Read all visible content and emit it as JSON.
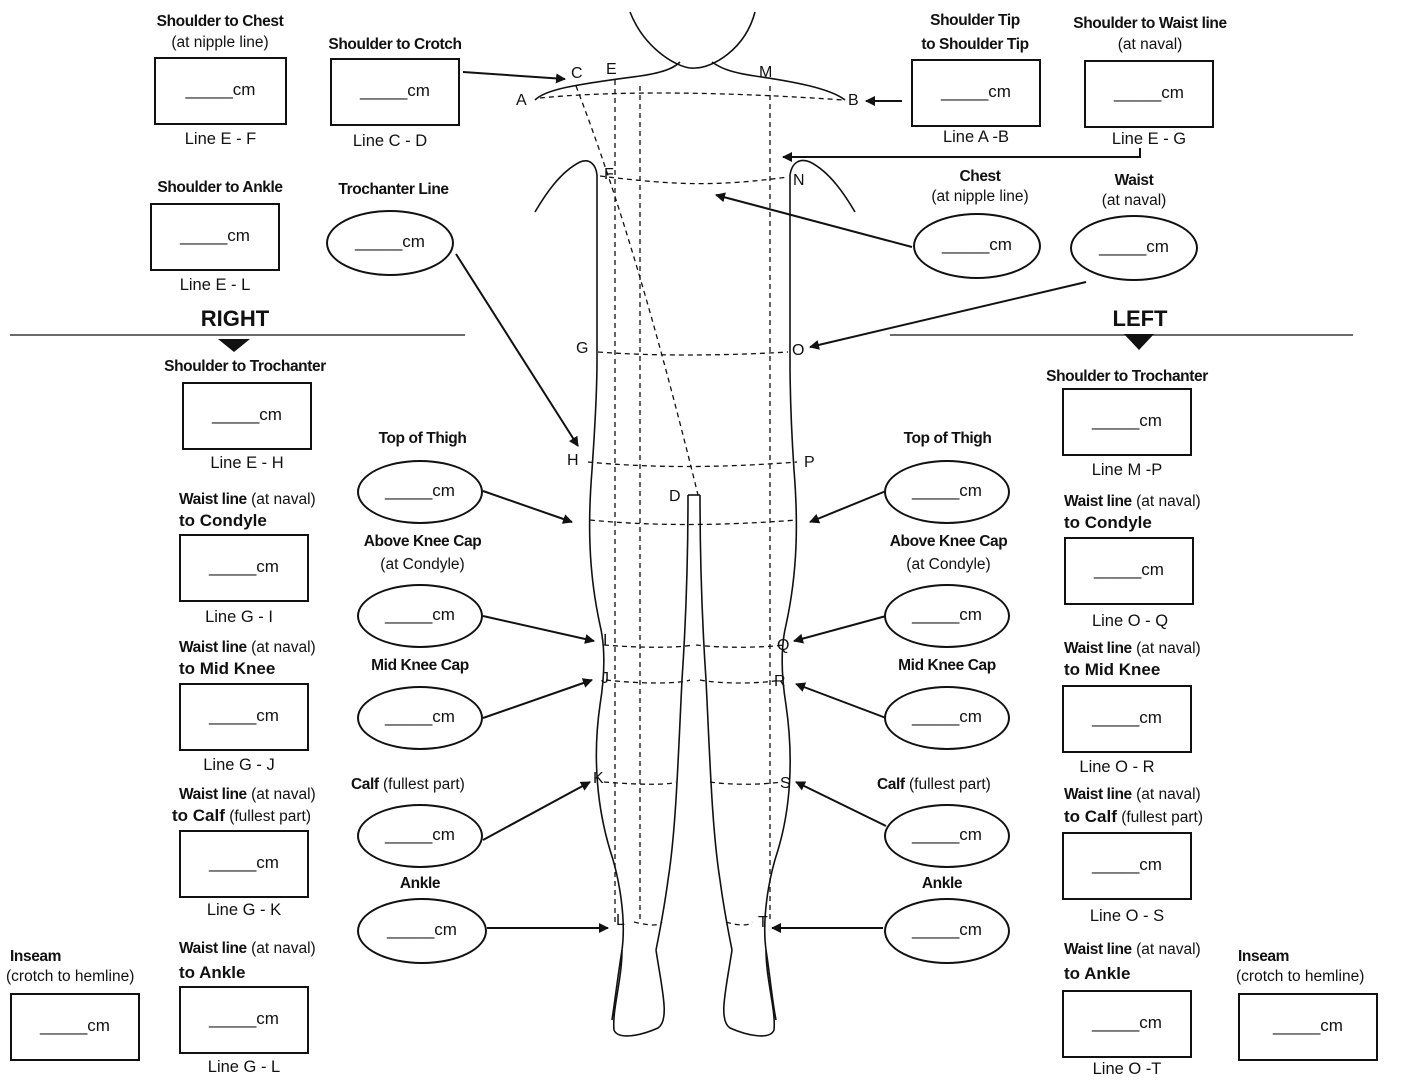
{
  "unit_blank": "_____cm",
  "side_labels": {
    "right": "RIGHT",
    "left": "LEFT"
  },
  "boxes": [
    {
      "id": "shoulder-to-chest",
      "title": "Shoulder to Chest",
      "sub": "(at nipple line)",
      "caption": "Line E - F"
    },
    {
      "id": "shoulder-to-crotch",
      "title": "Shoulder to Crotch",
      "caption": "Line C - D"
    },
    {
      "id": "shoulder-tip",
      "title": "Shoulder Tip",
      "title2": "to Shoulder Tip",
      "caption": "Line A -B"
    },
    {
      "id": "shoulder-to-waist",
      "title": "Shoulder to Waist line",
      "sub": "(at naval)",
      "caption": "Line E - G"
    },
    {
      "id": "shoulder-to-ankle",
      "title": "Shoulder to Ankle",
      "caption": "Line E - L"
    },
    {
      "id": "right-shoulder-to-trochanter",
      "title": "Shoulder to Trochanter",
      "caption": "Line E - H"
    },
    {
      "id": "left-shoulder-to-trochanter",
      "title": "Shoulder to Trochanter",
      "caption": "Line M -P"
    },
    {
      "id": "right-waist-to-condyle",
      "bold1": "Waist line",
      "normal1": " (at naval)",
      "bold2": "to Condyle",
      "caption": "Line G - I"
    },
    {
      "id": "left-waist-to-condyle",
      "bold1": "Waist line",
      "normal1": " (at naval)",
      "bold2": "to Condyle",
      "caption": "Line O -  Q"
    },
    {
      "id": "right-waist-to-mid-knee",
      "bold1": "Waist line",
      "normal1": " (at naval)",
      "bold2": "to Mid Knee",
      "caption": "Line G - J"
    },
    {
      "id": "left-waist-to-mid-knee",
      "bold1": "Waist line",
      "normal1": " (at naval)",
      "bold2": "to Mid Knee",
      "caption": "Line O - R"
    },
    {
      "id": "right-waist-to-calf",
      "bold1": "Waist line",
      "normal1": " (at naval)",
      "bold2": "to Calf",
      "normal2": " (fullest part)",
      "caption": "Line G - K"
    },
    {
      "id": "left-waist-to-calf",
      "bold1": "Waist line",
      "normal1": " (at naval)",
      "bold2": "to Calf",
      "normal2": " (fullest part)",
      "caption": "Line O - S"
    },
    {
      "id": "right-waist-to-ankle",
      "bold1": "Waist line",
      "normal1": " (at naval)",
      "bold2": "to Ankle",
      "caption": "Line G - L"
    },
    {
      "id": "left-waist-to-ankle",
      "bold1": "Waist line",
      "normal1": " (at naval)",
      "bold2": "to Ankle",
      "caption": "Line O -T"
    },
    {
      "id": "right-inseam",
      "title": "Inseam",
      "sub": "(crotch to hemline)"
    },
    {
      "id": "left-inseam",
      "title": "Inseam",
      "sub": "(crotch to hemline)"
    }
  ],
  "ovals": [
    {
      "id": "trochanter-line",
      "title": "Trochanter Line"
    },
    {
      "id": "chest",
      "title": "Chest",
      "sub": "(at nipple line)"
    },
    {
      "id": "waist",
      "title": "Waist",
      "sub": "(at naval)"
    },
    {
      "id": "right-top-of-thigh",
      "title": "Top of  Thigh"
    },
    {
      "id": "left-top-of-thigh",
      "title": "Top of  Thigh"
    },
    {
      "id": "right-above-knee-cap",
      "title": "Above Knee Cap",
      "sub": "(at Condyle)"
    },
    {
      "id": "left-above-knee-cap",
      "title": "Above Knee Cap",
      "sub": "(at Condyle)"
    },
    {
      "id": "right-mid-knee-cap",
      "title": "Mid Knee Cap"
    },
    {
      "id": "left-mid-knee-cap",
      "title": "Mid Knee Cap"
    },
    {
      "id": "right-calf",
      "title": "Calf",
      "sub": " (fullest part)"
    },
    {
      "id": "left-calf",
      "title": "Calf",
      "sub": " (fullest part)"
    },
    {
      "id": "right-ankle",
      "title": "Ankle"
    },
    {
      "id": "left-ankle",
      "title": "Ankle"
    }
  ],
  "points": [
    "A",
    "B",
    "C",
    "D",
    "E",
    "F",
    "G",
    "H",
    "I",
    "J",
    "K",
    "L",
    "M",
    "N",
    "O",
    "P",
    "Q",
    "R",
    "S",
    "T"
  ]
}
